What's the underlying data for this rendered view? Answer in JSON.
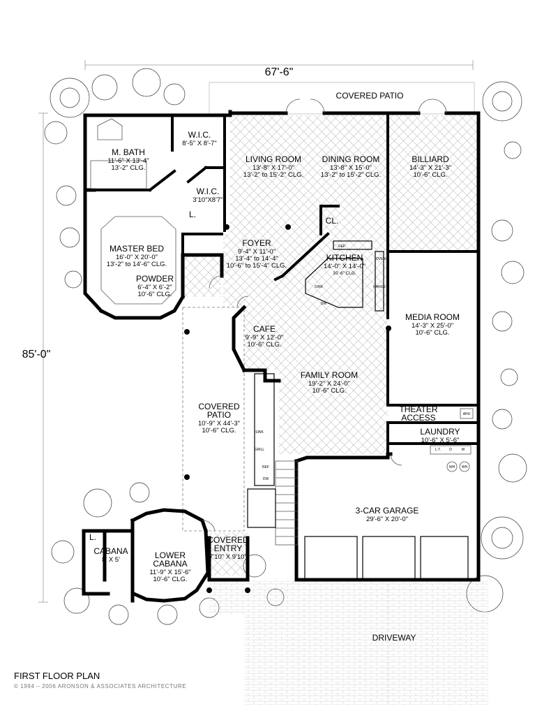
{
  "plan": {
    "title": "FIRST FLOOR PLAN",
    "copyright": "© 1994 – 2006 ARONSON & ASSOCIATES ARCHITECTURE",
    "overall_width": "67'-6\"",
    "overall_depth": "85'-0\""
  },
  "rooms": {
    "covered_patio_top": {
      "name": "COVERED PATIO"
    },
    "master_bath": {
      "name": "M. BATH",
      "dim": "11'-6\" X 13'-4\"",
      "clg": "13'-2\" CLG."
    },
    "wic1": {
      "name": "W.I.C.",
      "dim": "8'-5\" X 8'-7\""
    },
    "wic2": {
      "name": "W.I.C.",
      "dim": "3'10\"X8'7\""
    },
    "linen": {
      "name": "L."
    },
    "living": {
      "name": "LIVING ROOM",
      "dim": "13'-8\" X 17'-0\"",
      "clg": "13'-2\" to 15'-2\" CLG."
    },
    "dining": {
      "name": "DINING ROOM",
      "dim": "13'-8\" X 15'-0\"",
      "clg": "13'-2\" to 15'-2\" CLG."
    },
    "billiard": {
      "name": "BILLIARD",
      "dim": "14'-3\" X 21'-3\"",
      "clg": "10'-6\" CLG."
    },
    "closet": {
      "name": "CL."
    },
    "master_bed": {
      "name": "MASTER BED",
      "dim": "16'-0\" X 20'-0\"",
      "clg": "13'-2\" to 14'-6\" CLG."
    },
    "foyer": {
      "name": "FOYER",
      "dim": "9'-4\" X 11'-0\"",
      "clg1": "13'-4\" to 14'-4\"",
      "clg2": "10'-6\" to 15'-4\" CLG."
    },
    "kitchen": {
      "name": "KITCHEN",
      "dim": "14'-0\" X 14'-0\"",
      "clg": "10'-6\" CLG."
    },
    "powder": {
      "name": "POWDER",
      "dim": "6'-4\" X 6'-2\"",
      "clg": "10'-6\" CLG."
    },
    "media": {
      "name": "MEDIA ROOM",
      "dim": "14'-3\" X 25'-0\"",
      "clg": "10'-6\" CLG."
    },
    "cafe": {
      "name": "CAFE",
      "dim": "9'-9\" X 12'-0\"",
      "clg": "10'-6\" CLG."
    },
    "family": {
      "name": "FAMILY ROOM",
      "dim": "19'-2\" X 24'-0\"",
      "clg": "10'-6\" CLG."
    },
    "theater_access": {
      "name1": "THEATER",
      "name2": "ACCESS"
    },
    "laundry": {
      "name": "LAUNDRY",
      "dim": "10'-6\" X 5'-6\""
    },
    "covered_patio_side": {
      "name1": "COVERED",
      "name2": "PATIO",
      "dim": "10'-9\" X 44'-3\"",
      "clg": "10'-6\" CLG."
    },
    "garage": {
      "name": "3-CAR GARAGE",
      "dim": "29'-6\" X 20'-0\""
    },
    "lower_cabana": {
      "name1": "LOWER",
      "name2": "CABANA",
      "dim": "11'-9\" X 15'-6\"",
      "clg": "10'-6\" CLG."
    },
    "cabana": {
      "name": "CABANA",
      "dim": "8' X 5'"
    },
    "cabana_linen": {
      "name": "L."
    },
    "covered_entry": {
      "name1": "COVERED",
      "name2": "ENTRY",
      "dim": "7'10\" X 9'10\""
    },
    "driveway": {
      "name": "DRIVEWAY"
    }
  },
  "appliances": {
    "ref_kitchen": "REF",
    "oven": "OVEN",
    "range": "RANGE",
    "sink_kitchen": "SINK",
    "dw_kitchen": "DW",
    "sink_patio": "SINK",
    "grill": "GRILL",
    "ref_patio": "REF",
    "dw_patio": "DW",
    "ahu": "AHU",
    "lt": "L.T.",
    "dryer": "D",
    "washer": "W",
    "wh1": "WH",
    "wh2": "WH"
  }
}
